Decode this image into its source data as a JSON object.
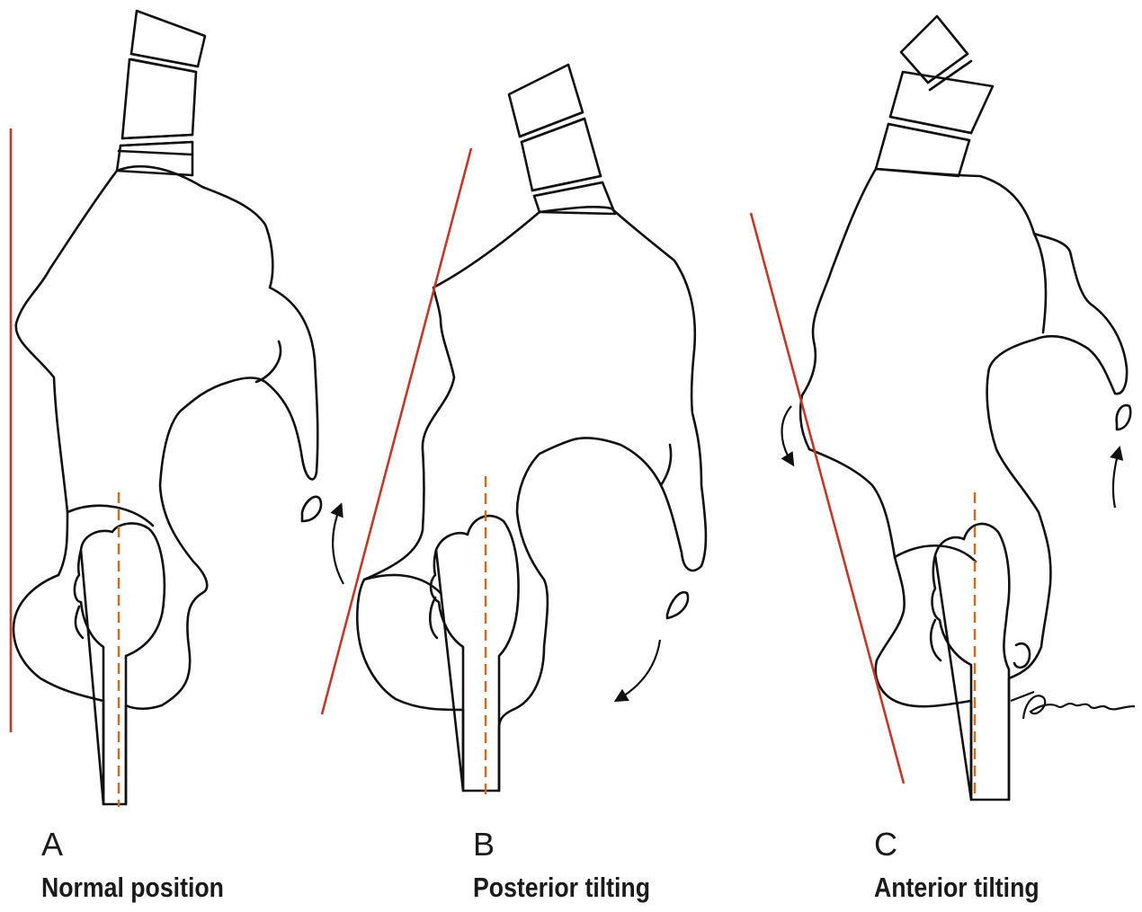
{
  "colors": {
    "reference_line": "#c0392b",
    "femoral_axis": "#d2691e",
    "outline": "#111111"
  },
  "panels": [
    {
      "letter": "A",
      "caption": "Normal position"
    },
    {
      "letter": "B",
      "caption": "Posterior tilting"
    },
    {
      "letter": "C",
      "caption": "Anterior tilting"
    }
  ],
  "signature_text": "S.Tannhan"
}
